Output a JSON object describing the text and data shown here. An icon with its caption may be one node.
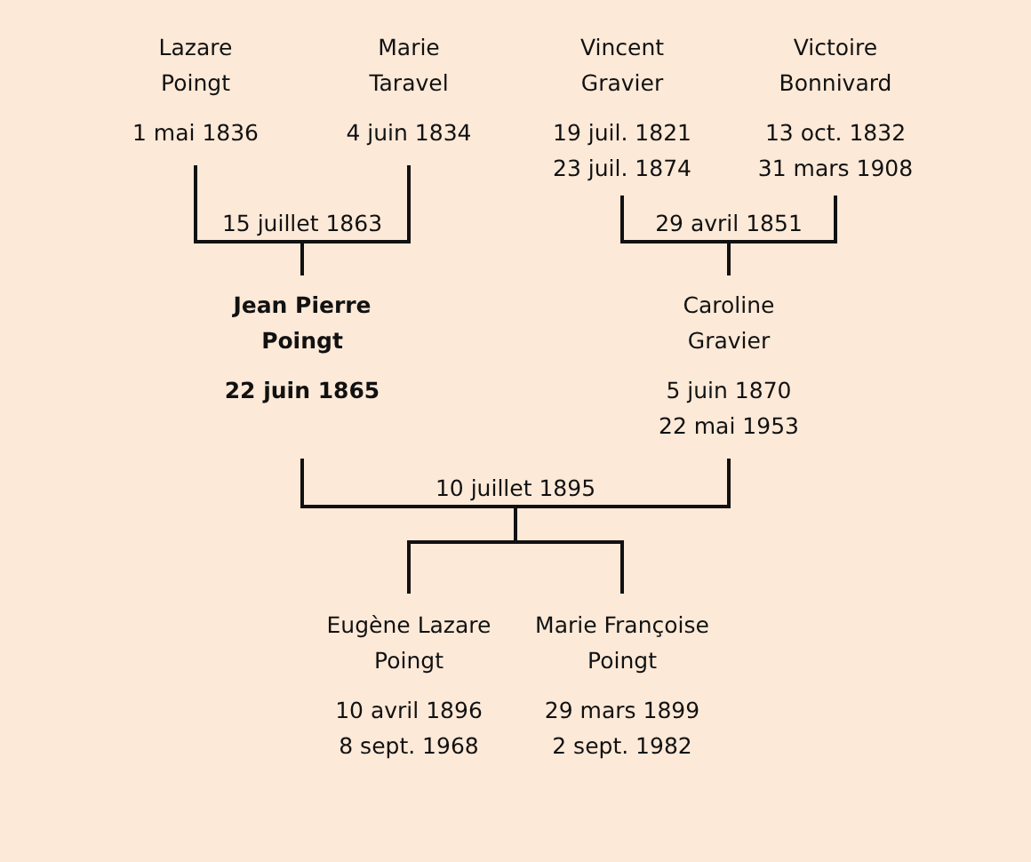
{
  "diagram": {
    "nodes": [
      {
        "text": [
          "Lazare Poingt",
          "1 mai 1836"
        ]
      },
      {
        "text": [
          "Marie Taravel",
          "4 juin 1834"
        ]
      },
      {
        "text": [
          "Vincent Gravier",
          "19 juil. 1821",
          "23 juil. 1874"
        ]
      },
      {
        "text": [
          "Victoire Bonnivard",
          "13 oct. 1832",
          "31 mars 1908"
        ]
      },
      {
        "text": [
          "15 juillet 1863"
        ]
      },
      {
        "text": [
          "29 avril 1851"
        ]
      },
      {
        "text": [
          "Jean Pierre Poingt",
          "22 juin 1865"
        ]
      },
      {
        "text": [
          "Caroline Gravier",
          "5 juin 1870",
          "22 mai 1953"
        ]
      },
      {
        "text": [
          "10 juillet 1895"
        ]
      },
      {
        "text": [
          "Eugène Lazare Poingt",
          "10 avril 1896",
          "8 sept. 1968"
        ]
      },
      {
        "text": [
          "Marie Françoise Poingt",
          "29 mars 1899",
          "2 sept. 1982"
        ]
      }
    ],
    "edges": [
      {
        "from": 0,
        "to": 4,
        "arrow": "none"
      },
      {
        "from": 1,
        "to": 4,
        "arrow": "none"
      },
      {
        "from": 4,
        "to": 6,
        "arrow": "none"
      },
      {
        "from": 2,
        "to": 5,
        "arrow": "none"
      },
      {
        "from": 3,
        "to": 5,
        "arrow": "none"
      },
      {
        "from": 5,
        "to": 7,
        "arrow": "none"
      },
      {
        "from": 6,
        "to": 8,
        "arrow": "none"
      },
      {
        "from": 7,
        "to": 8,
        "arrow": "none"
      },
      {
        "from": 8,
        "to": 9,
        "arrow": "none"
      },
      {
        "from": 8,
        "to": 10,
        "arrow": "none"
      }
    ]
  }
}
